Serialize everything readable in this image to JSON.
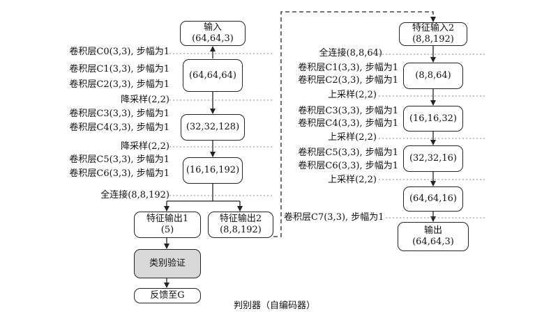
{
  "caption": "判别器（自编码器）",
  "left": {
    "input": {
      "line1": "输入",
      "line2": "(64,64,3)"
    },
    "n1": "(64,64,64)",
    "n2": "(32,32,128)",
    "n3": "(16,16,192)",
    "out1": {
      "line1": "特征输出1",
      "line2": "(5)"
    },
    "out2": {
      "line1": "特征输出2",
      "line2": "(8,8,192)"
    },
    "classify": "类别验证",
    "feedback": "反馈至G",
    "labels": {
      "c0": "卷积层C0(3,3), 步幅为1",
      "c1": "卷积层C1(3,3), 步幅为1",
      "c2": "卷积层C2(3,3), 步幅为1",
      "down1": "降采样(2,2)",
      "c3": "卷积层C3(3,3), 步幅为1",
      "c4": "卷积层C4(3,3), 步幅为1",
      "down2": "降采样(2,2)",
      "c5": "卷积层C5(3,3), 步幅为1",
      "c6": "卷积层C6(3,3), 步幅为1",
      "fc": "全连接(8,8,192)"
    }
  },
  "right": {
    "input": {
      "line1": "特征输入2",
      "line2": "(8,8,192)"
    },
    "n1": "(8,8,64)",
    "n2": "(16,16,32)",
    "n3": "(32,32,16)",
    "n4": "(64,64,16)",
    "out": {
      "line1": "输出",
      "line2": "(64,64,3)"
    },
    "labels": {
      "fc": "全连接(8,8,64)",
      "c1": "卷积层C1(3,3), 步幅为1",
      "c2": "卷积层C2(3,3), 步幅为1",
      "up1": "上采样(2,2)",
      "c3": "卷积层C3(3,3), 步幅为1",
      "c4": "卷积层C4(3,3), 步幅为1",
      "up2": "上采样(2,2)",
      "c5": "卷积层C5(3,3), 步幅为1",
      "c6": "卷积层C6(3,3), 步幅为1",
      "up3": "上采样(2,2)",
      "c7": "卷积层C7(3,3), 步幅为1"
    }
  }
}
